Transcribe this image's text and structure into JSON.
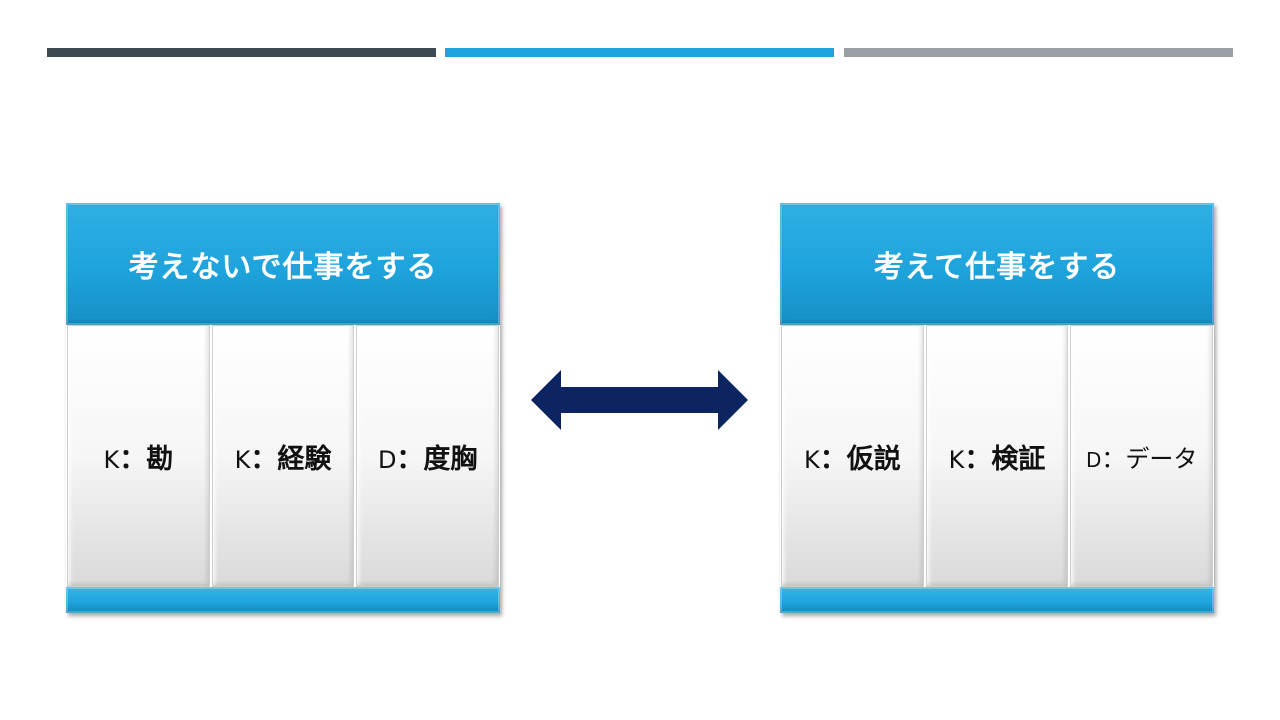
{
  "colors": {
    "bar_dark": "#3d4a50",
    "bar_blue": "#1ea3dc",
    "bar_gray": "#9aa0a6",
    "arrow": "#0c2461"
  },
  "left_panel": {
    "title": "考えないで仕事をする",
    "cells": [
      {
        "letter": "K",
        "sep": "：",
        "word": "勘"
      },
      {
        "letter": "K",
        "sep": "：",
        "word": "経験"
      },
      {
        "letter": "D",
        "sep": "：",
        "word": "度胸"
      }
    ]
  },
  "right_panel": {
    "title": "考えて仕事をする",
    "cells": [
      {
        "letter": "K",
        "sep": "：",
        "word": "仮説"
      },
      {
        "letter": "K",
        "sep": "：",
        "word": "検証"
      },
      {
        "letter": "D",
        "sep": "：",
        "word": "データ"
      }
    ]
  },
  "arrow_icon": "double-headed-arrow-icon"
}
